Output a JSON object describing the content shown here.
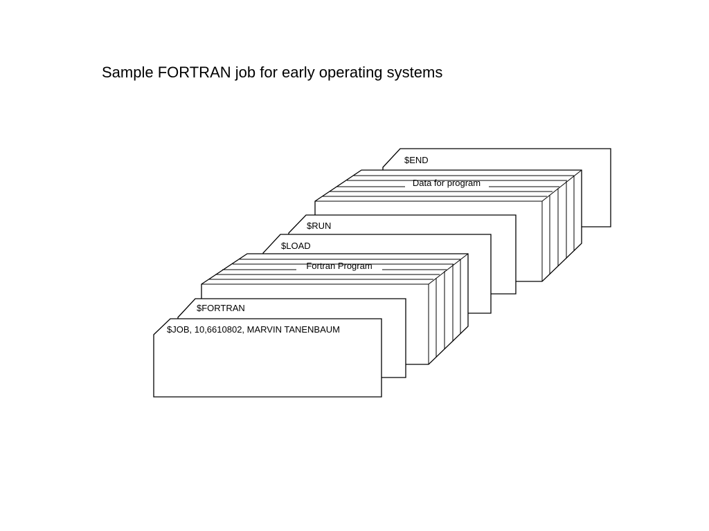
{
  "slide": {
    "title": "Sample FORTRAN job for early operating systems"
  },
  "cards": {
    "end": "$END",
    "data_deck": "Data for program",
    "run": "$RUN",
    "load": "$LOAD",
    "fortran_deck": "Fortran Program",
    "fortran": "$FORTRAN",
    "job": "$JOB, 10,6610802, MARVIN TANENBAUM"
  },
  "colors": {
    "background": "#ffffff",
    "stroke": "#000000",
    "text": "#000000"
  }
}
